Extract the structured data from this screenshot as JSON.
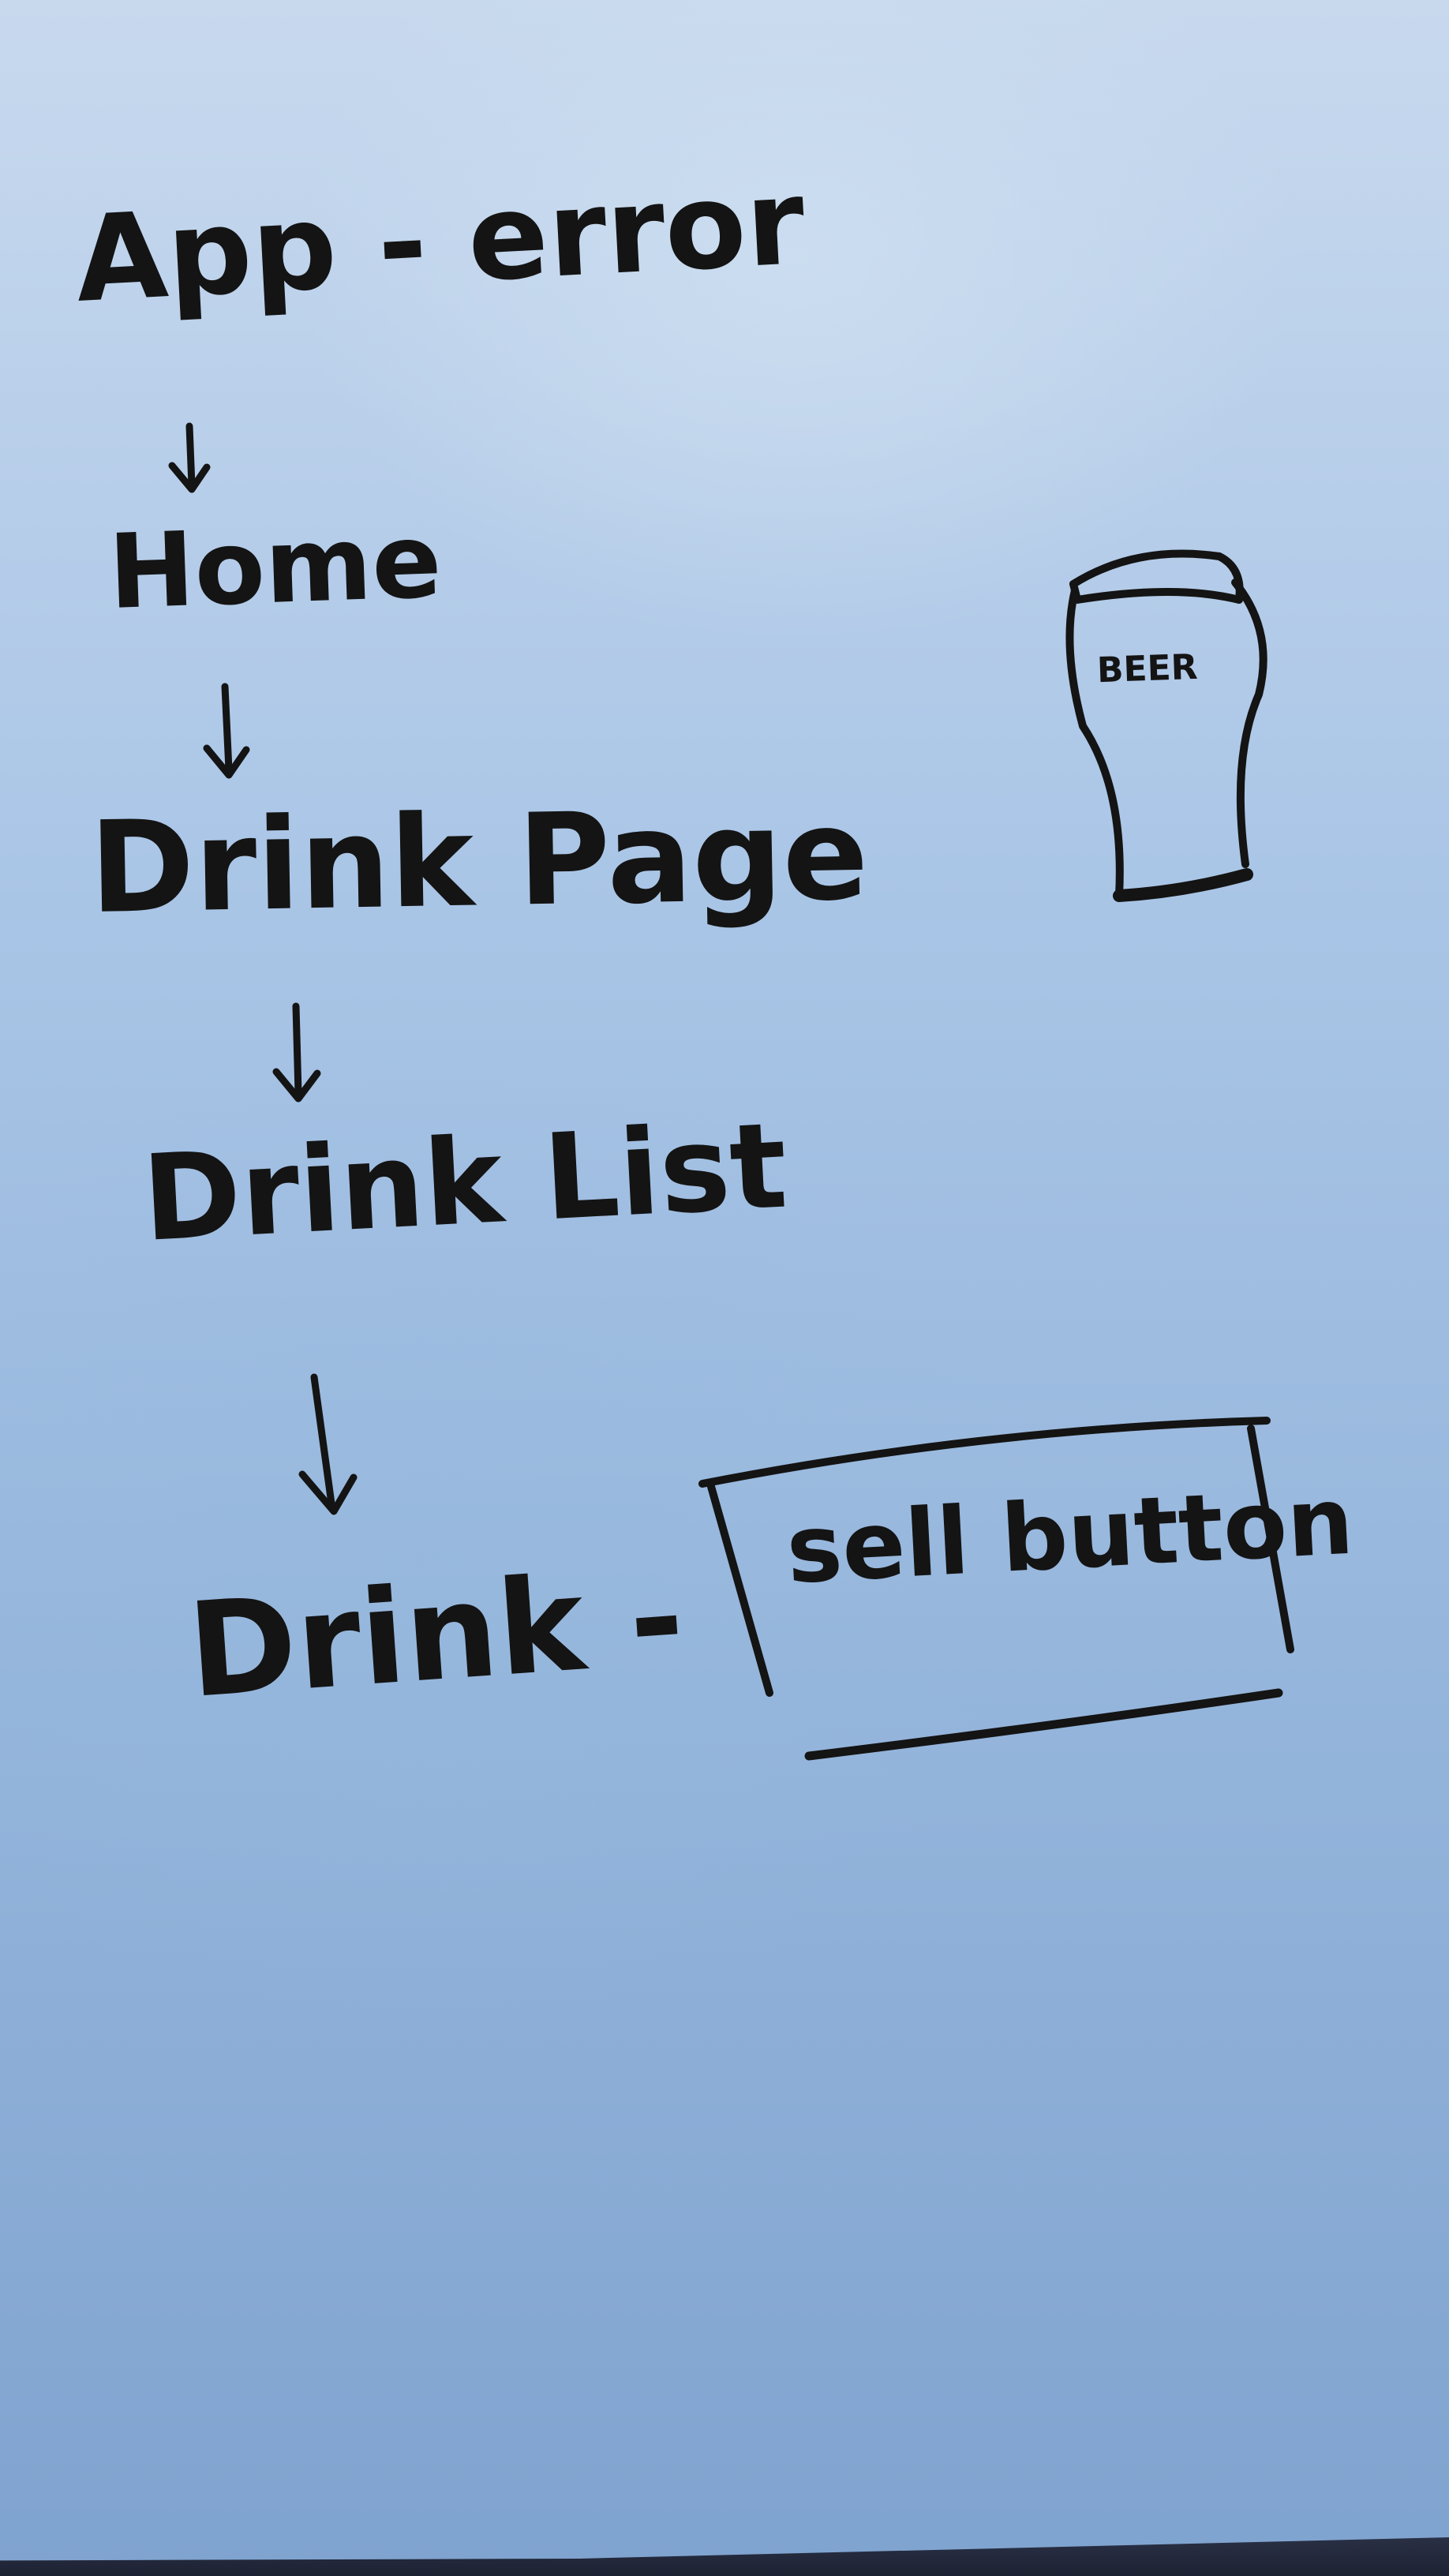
{
  "diagram": {
    "nodes": [
      {
        "id": "app",
        "label": "App - error"
      },
      {
        "id": "home",
        "label": "Home"
      },
      {
        "id": "drink_page",
        "label": "Drink Page"
      },
      {
        "id": "drink_list",
        "label": "Drink List"
      },
      {
        "id": "drink",
        "label": "Drink -"
      }
    ],
    "edges": [
      {
        "from": "app",
        "to": "home"
      },
      {
        "from": "home",
        "to": "drink_page"
      },
      {
        "from": "drink_page",
        "to": "drink_list"
      },
      {
        "from": "drink_list",
        "to": "drink"
      }
    ],
    "button_sketch": {
      "label": "sell button"
    },
    "glass_sketch": {
      "label": "BEER",
      "icon": "beer-glass-icon"
    }
  },
  "colors": {
    "ink": "#141414",
    "paper": "#a9c5e6",
    "table": "#1d2233"
  }
}
